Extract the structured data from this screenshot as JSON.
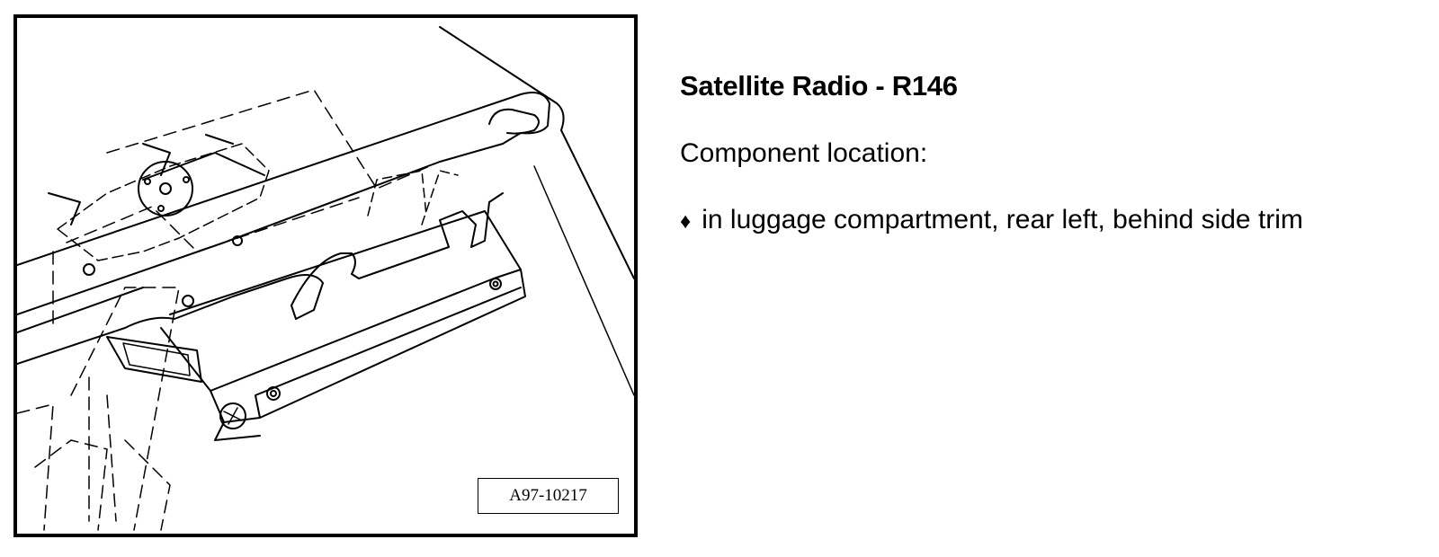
{
  "figure": {
    "label": "A97-10217"
  },
  "section": {
    "title": "Satellite Radio - R146",
    "subtitle": "Component location:",
    "bullets": [
      "in luggage compartment, rear left, behind side trim"
    ]
  },
  "colors": {
    "line": "#000000",
    "background": "#ffffff"
  }
}
